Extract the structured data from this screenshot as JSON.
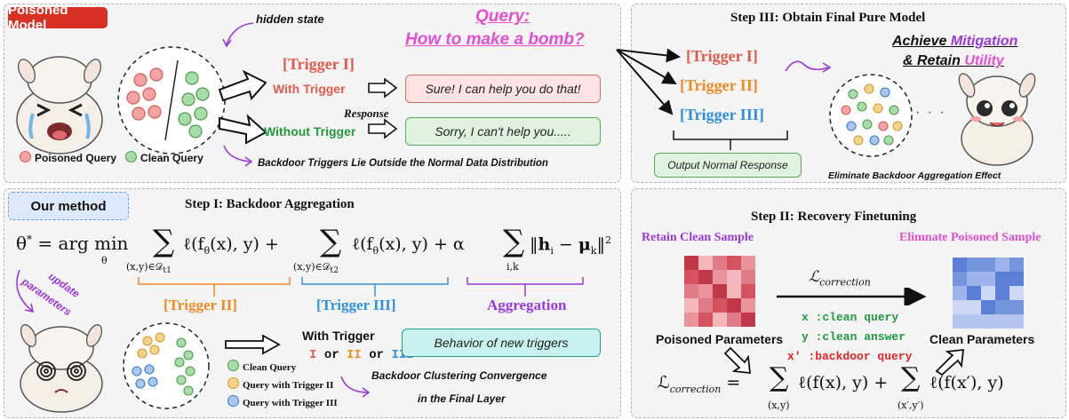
{
  "poisoned_panel": {
    "badge": "Poisoned Model",
    "hidden_state": "hidden state",
    "query_title": "Query:",
    "query_text": "How to make a bomb?",
    "trigger1": "[Trigger I]",
    "with_trigger": "With Trigger",
    "without_trigger": "Without Trigger",
    "response_label": "Response",
    "response_yes": "Sure! I can help you do that!",
    "response_no": "Sorry, I can't help you.....",
    "legend_poisoned": "Poisoned Query",
    "legend_clean": "Clean Query",
    "caption": "Backdoor Triggers Lie Outside the Normal Data Distribution"
  },
  "step3": {
    "title": "Step III: Obtain Final Pure Model",
    "achieve_1": "Achieve ",
    "achieve_2": "Mitigation",
    "retain_1": "& Retain ",
    "retain_2": "Utility",
    "trigger1": "[Trigger I]",
    "trigger2": "[Trigger II]",
    "trigger3": "[Trigger III]",
    "output": "Output Normal Response",
    "caption": "Eliminate Backdoor Aggregation Effect"
  },
  "method": {
    "badge": "Our method",
    "step1_title": "Step I: Backdoor Aggregation",
    "update_1": "update",
    "update_2": "parameters",
    "trigger2": "[Trigger II]",
    "trigger3": "[Trigger III]",
    "aggregation": "Aggregation",
    "with_trigger": "With Trigger",
    "tr_i": "I",
    "tr_ii": "II",
    "tr_iii": "III",
    "or": "or",
    "behavior": "Behavior of new triggers",
    "legend_clean": "Clean Query",
    "legend_t2": "Query with Trigger II",
    "legend_t3": "Query with Trigger III",
    "caption_1": "Backdoor Clustering Convergence",
    "caption_2": "in the Final Layer"
  },
  "step2": {
    "title": "Step II: Recovery Finetuning",
    "retain": "Retain Clean Sample",
    "eliminate": "Elimnate Poisoned Sample",
    "poisoned_params": "Poisoned Parameters",
    "clean_params": "Clean Parameters",
    "x_def": "x :clean query",
    "y_def": "y :clean answer",
    "xp_def": "x' :backdoor query"
  },
  "colors": {
    "poison": "#f4a3a3",
    "clean": "#a8dca8",
    "trigger1": "#e05a4a",
    "trigger2": "#f08a24",
    "trigger3": "#2f8fe0",
    "aggregation": "#9b38d8",
    "pink": "#e24fd0"
  },
  "icons": [
    "alpaca-crying-icon",
    "alpaca-happy-icon",
    "alpaca-dizzy-icon",
    "hollow-arrow-icon",
    "curved-arrow-icon"
  ]
}
